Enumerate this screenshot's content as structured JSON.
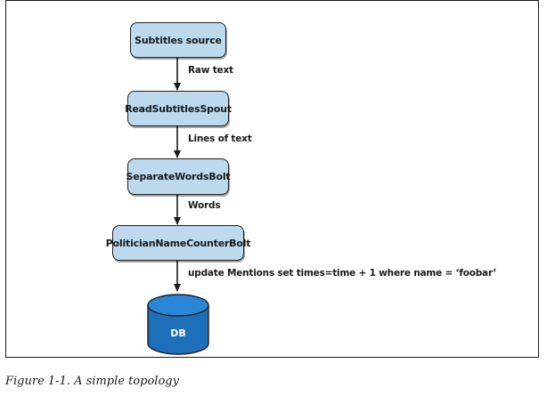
{
  "nodes": {
    "subtitles_source": "Subtitles source",
    "read_spout": "ReadSubtitlesSpout",
    "separate_bolt": "SeparateWordsBolt",
    "counter_bolt": "PoliticianNameCounterBolt",
    "db": "DB"
  },
  "edges": {
    "raw_text": "Raw text",
    "lines_of_text": "Lines of text",
    "words": "Words",
    "update_query": "update Mentions set times=time + 1 where name = ‘foobar’"
  },
  "caption": "Figure 1-1. A simple topology",
  "colors": {
    "node_fill": "#bcd9ee",
    "db_fill": "#1c6fb8",
    "stroke": "#1f1f1f"
  }
}
